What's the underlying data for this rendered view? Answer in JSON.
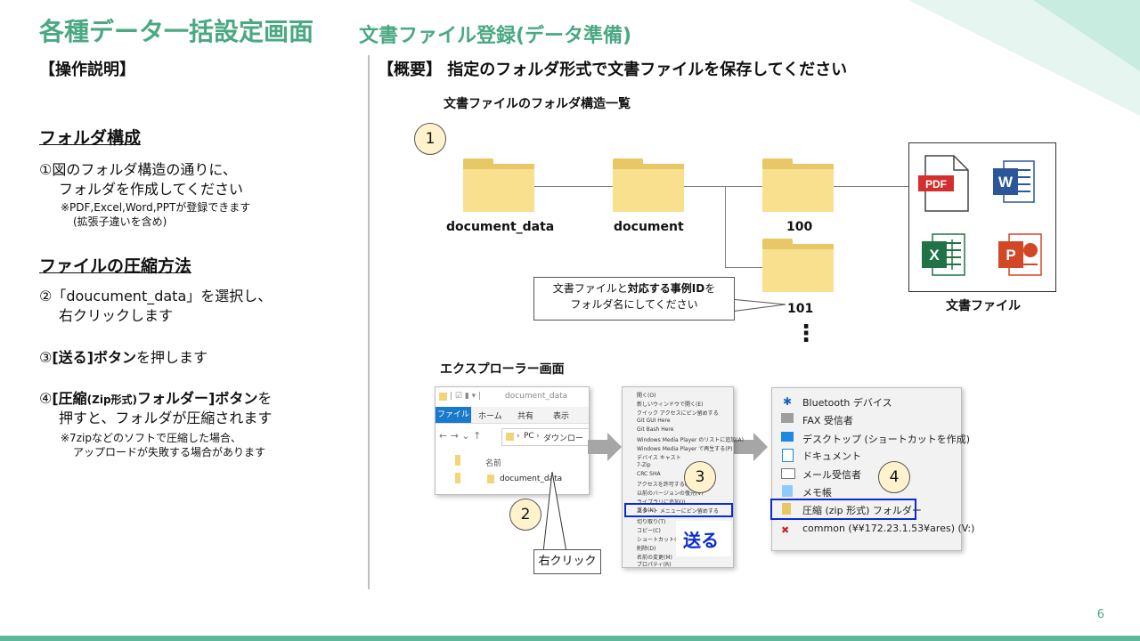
{
  "header": {
    "title": "各種データ一括設定画面",
    "subtitle": "文書ファイル登録(データ準備)"
  },
  "left": {
    "section_title": "【操作説明】",
    "folder_heading": "フォルダ構成",
    "step1_line1": "①図のフォルダ構造の通りに、",
    "step1_line2": "フォルダを作成してください",
    "step1_note1": "※PDF,Excel,Word,PPTが登録できます",
    "step1_note2": "(拡張子違いを含め)",
    "compress_heading": "ファイルの圧縮方法",
    "step2_line1": "②「doucument_data」を選択し、",
    "step2_line2": "右クリックします",
    "step3_prefix": "③",
    "step3_bold": "[送る]ボタン",
    "step3_suffix": "を押します",
    "step4_prefix": "④",
    "step4_bold1": "[圧縮",
    "step4_small": "(Zip形式)",
    "step4_bold2": "フォルダー]ボタン",
    "step4_suffix": "を",
    "step4_line2": "押すと、フォルダが圧縮されます",
    "step4_note1": "※7zipなどのソフトで圧縮した場合、",
    "step4_note2": "アップロードが失敗する場合があります"
  },
  "right": {
    "section_title": "【概要】 指定のフォルダ形式で文書ファイルを保存してください",
    "structure_label": "文書ファイルのフォルダ構造一覧",
    "folders": {
      "f1": "document_data",
      "f2": "document",
      "f3": "100",
      "f4": "101"
    },
    "ellipsis": "⋮",
    "callout_line1_a": "文書ファイルと",
    "callout_line1_b": "対応する事例ID",
    "callout_line1_c": "を",
    "callout_line2": "フォルダ名にしてください",
    "files_label": "文書ファイル",
    "file_icons": [
      "pdf-icon",
      "word-icon",
      "excel-icon",
      "powerpoint-icon"
    ],
    "pdf_text": "PDF",
    "word_text": "W",
    "excel_text": "X",
    "ppt_text": "P",
    "explorer_label": "エクスプローラー画面",
    "right_click_label": "右クリック",
    "send_label": "送る",
    "step_numbers": [
      "1",
      "2",
      "3",
      "4"
    ]
  },
  "explorer": {
    "title": "document_data",
    "tabs": [
      "ファイル",
      "ホーム",
      "共有",
      "表示"
    ],
    "path_pc": "PC",
    "path_next": "ダウンロー",
    "column_name": "名前",
    "item": "document_data"
  },
  "context_menu": {
    "items": [
      "開く(O)",
      "新しいウィンドウで開く(E)",
      "クイック アクセスにピン留めする",
      "Git GUI Here",
      "Git Bash Here",
      "Windows Media Player のリストに追加(A)",
      "Windows Media Player で再生する(P)",
      "デバイス キャスト",
      "7-Zip",
      "CRC SHA",
      "アクセスを許可する(G)",
      "以前のバージョンの復元(V)",
      "ライブラリに追加(I)",
      "スタート メニューにピン留めする",
      "送る(N)",
      "切り取り(T)",
      "コピー(C)",
      "ショートカットの作成(S)",
      "削除(D)",
      "名前の変更(M)",
      "プロパティ(R)"
    ]
  },
  "sendto_menu": {
    "items": [
      "Bluetooth デバイス",
      "FAX 受信者",
      "デスクトップ (ショートカットを作成)",
      "ドキュメント",
      "メール受信者",
      "メモ帳",
      "圧縮 (zip 形式) フォルダー",
      "common (¥¥172.23.1.53¥ares) (V:)"
    ]
  },
  "page_number": "6",
  "colors": {
    "accent": "#4aa882",
    "highlight_blue": "#0a2bd6",
    "folder": "#f8e08e"
  }
}
